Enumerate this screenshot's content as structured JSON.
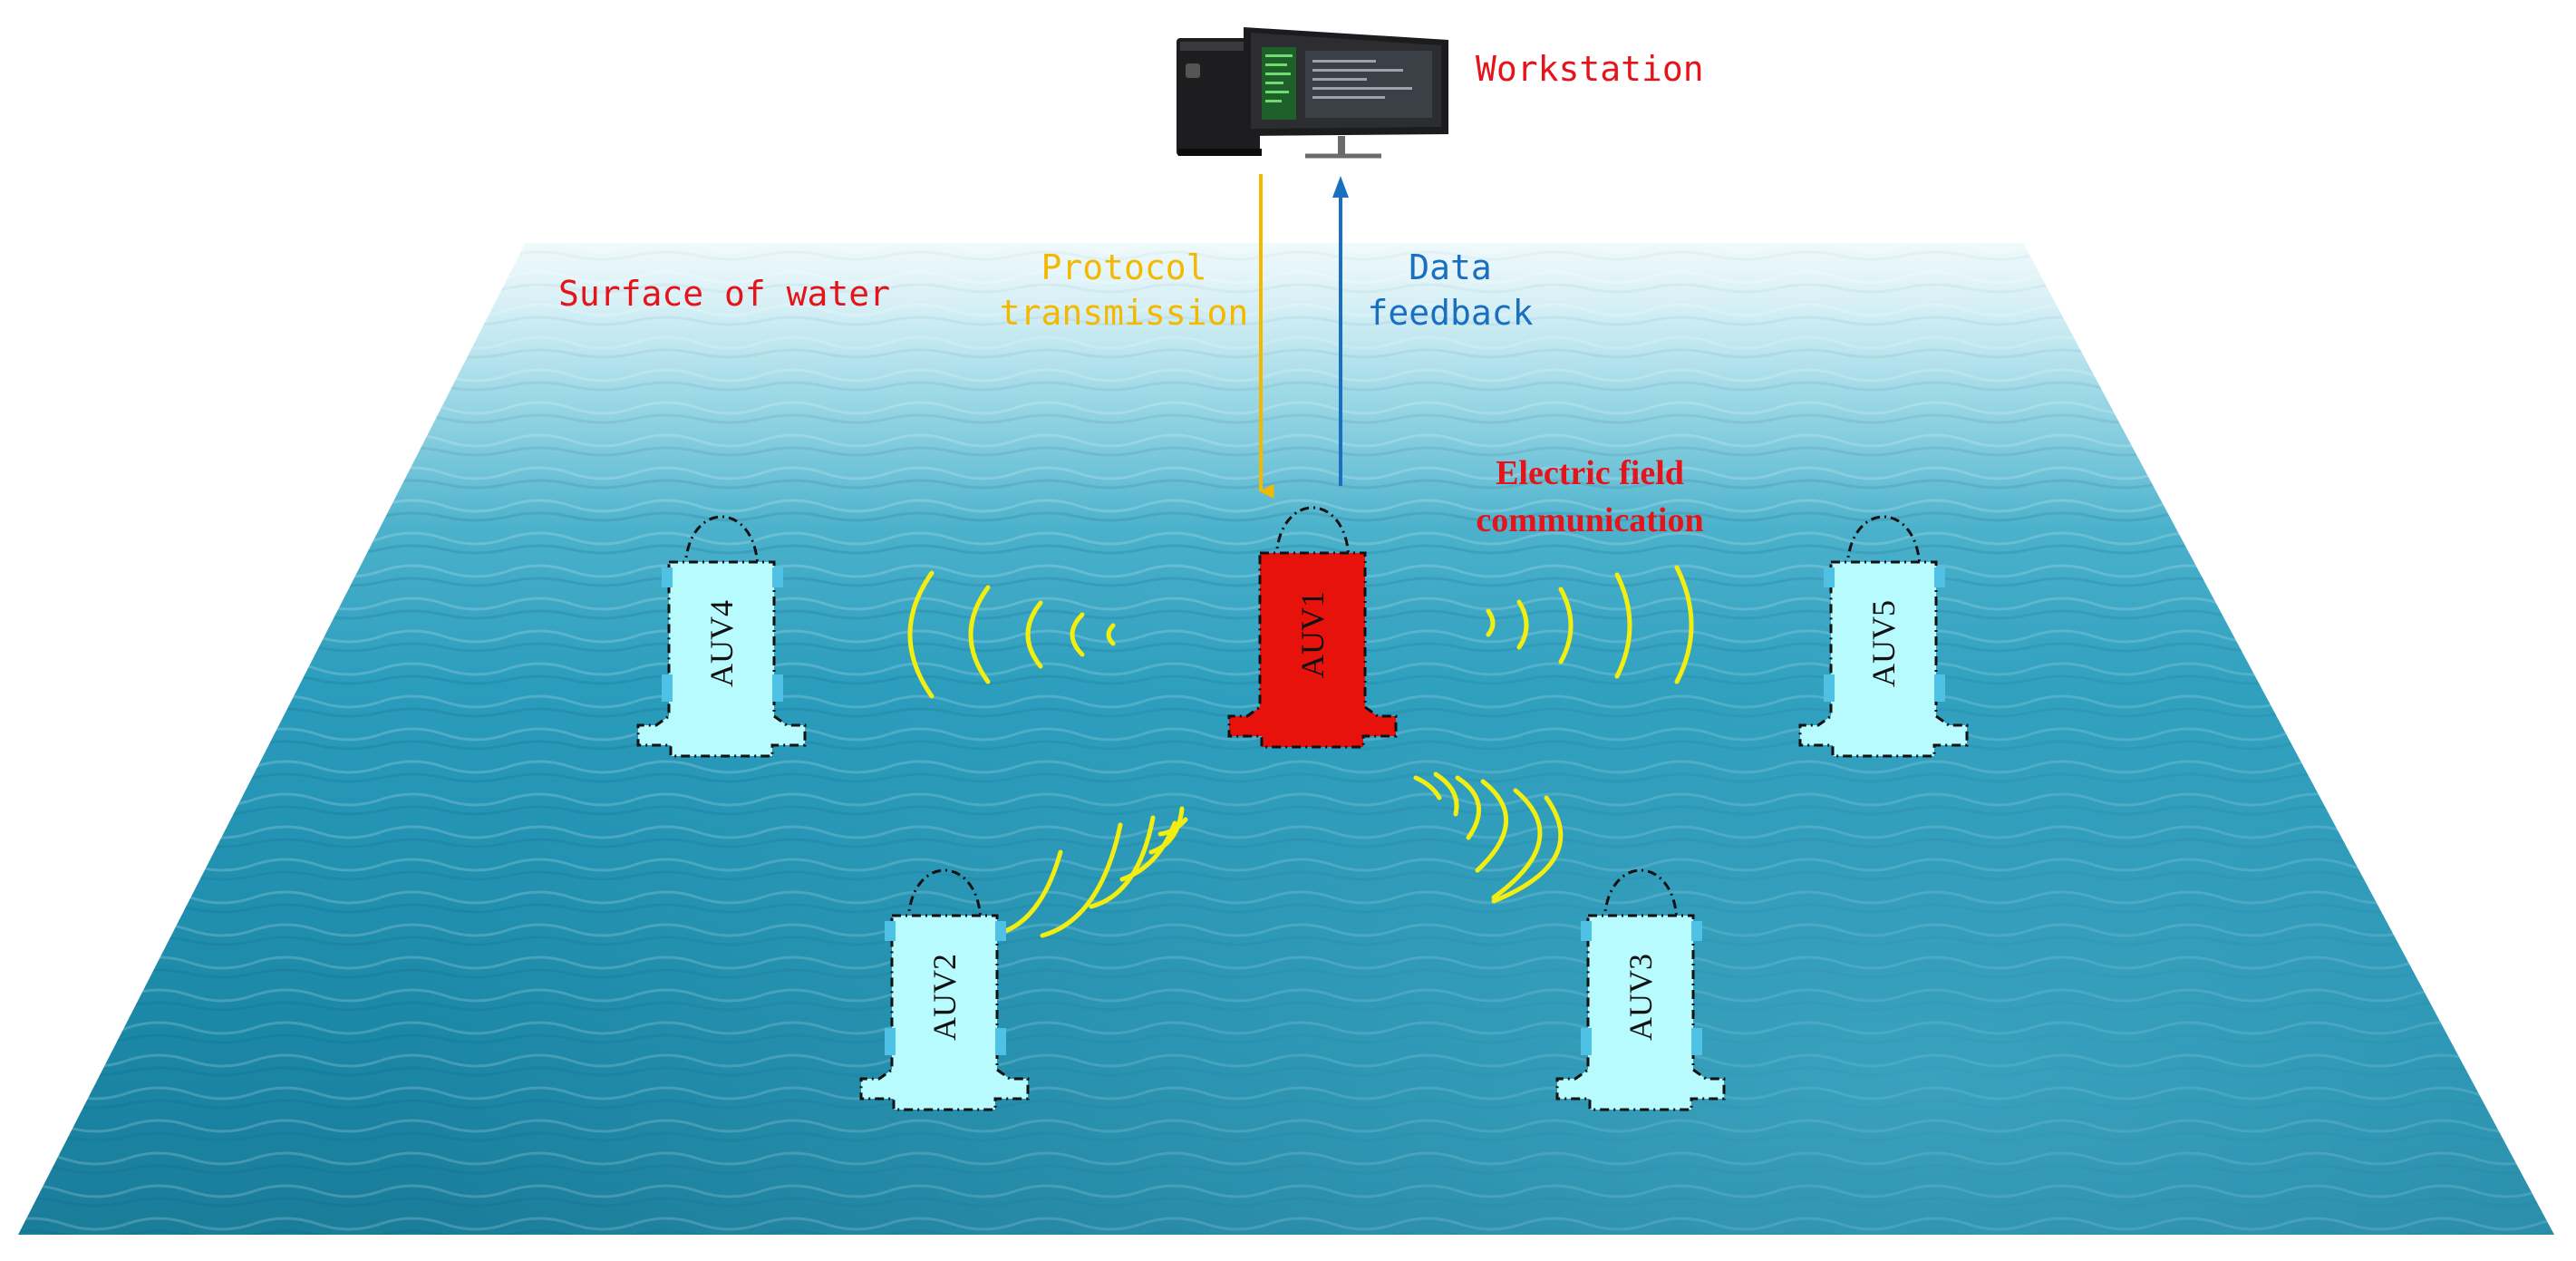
{
  "labels": {
    "workstation": "Workstation",
    "surface": "Surface of water",
    "protocol_line1": "Protocol",
    "protocol_line2": "transmission",
    "data_line1": "Data",
    "data_line2": "feedback",
    "electric_line1": "Electric field",
    "electric_line2": "communication"
  },
  "auvs": [
    {
      "id": "AUV1",
      "role": "leader",
      "color": "#e8120c"
    },
    {
      "id": "AUV2",
      "role": "follower",
      "color": "#b8fbff"
    },
    {
      "id": "AUV3",
      "role": "follower",
      "color": "#b8fbff"
    },
    {
      "id": "AUV4",
      "role": "follower",
      "color": "#b8fbff"
    },
    {
      "id": "AUV5",
      "role": "follower",
      "color": "#b8fbff"
    }
  ],
  "colors": {
    "workstation_label": "#e5141b",
    "surface_label": "#e5141b",
    "protocol": "#f5b800",
    "data": "#1a6fc0",
    "electric": "#e5141b",
    "waves": "#f2ee10",
    "water": "#1f8fae",
    "auv_side": "#4fc1e5"
  },
  "icons": [
    "workstation-icon",
    "monitor-icon",
    "arrow-down-icon",
    "arrow-up-icon",
    "signal-wave-icon"
  ]
}
